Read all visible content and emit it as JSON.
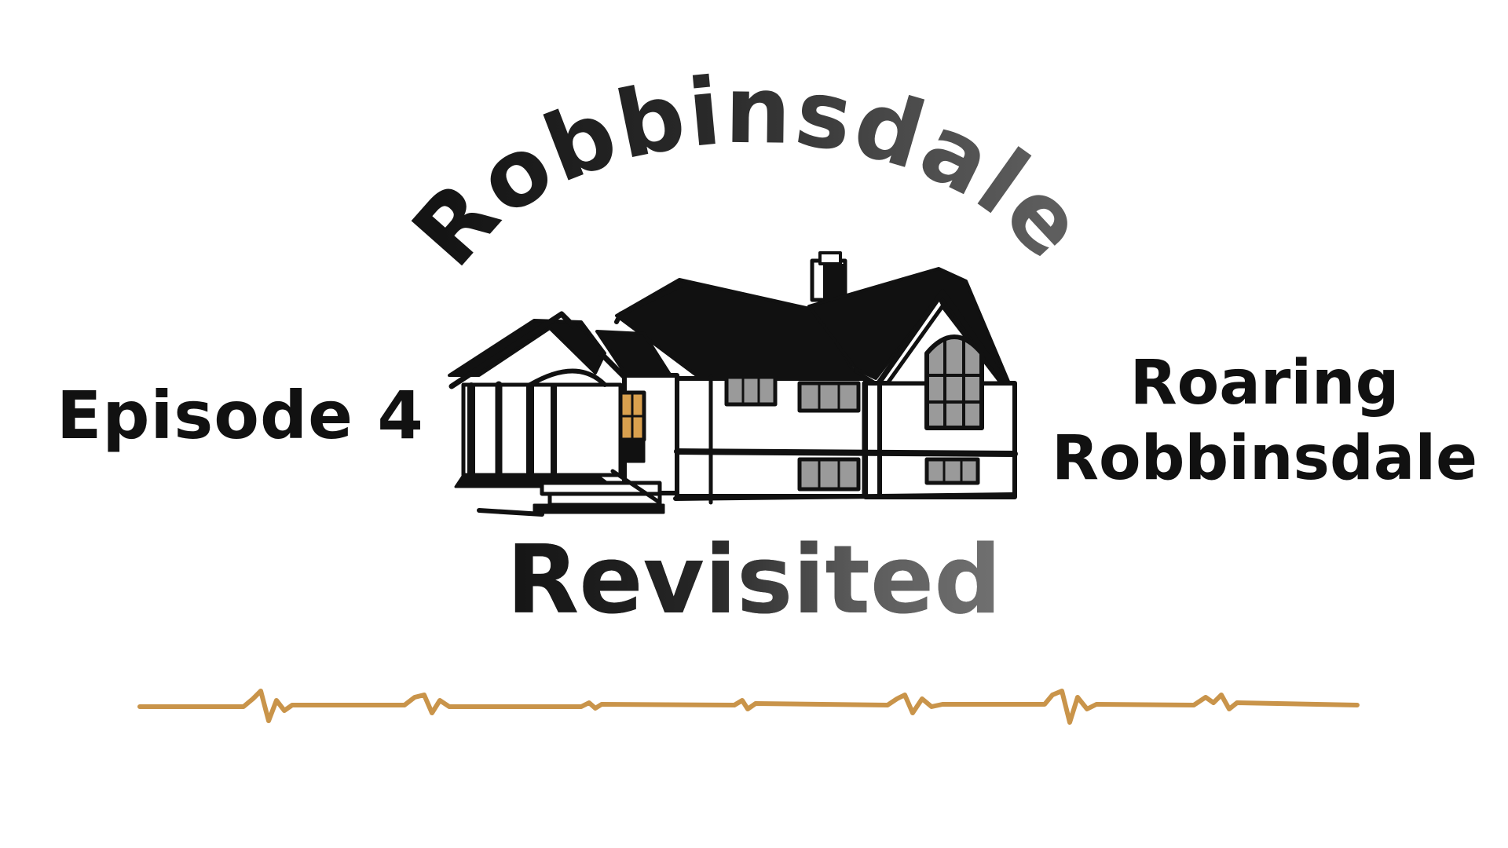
{
  "title": {
    "arc_text": "Robbinsdale",
    "bottom_text": "Revisited"
  },
  "episode": {
    "label": "Episode 4"
  },
  "subtitle": {
    "line1": "Roaring",
    "line2": "Robbinsdale"
  },
  "colors": {
    "text_dark": "#111111",
    "text_gray": "#6e6e6e",
    "wave_gold": "#c9944a",
    "window_amber": "#d9a04e",
    "window_gray": "#999999"
  },
  "icons": {
    "house": "house-illustration",
    "wave": "audio-waveform-line"
  }
}
